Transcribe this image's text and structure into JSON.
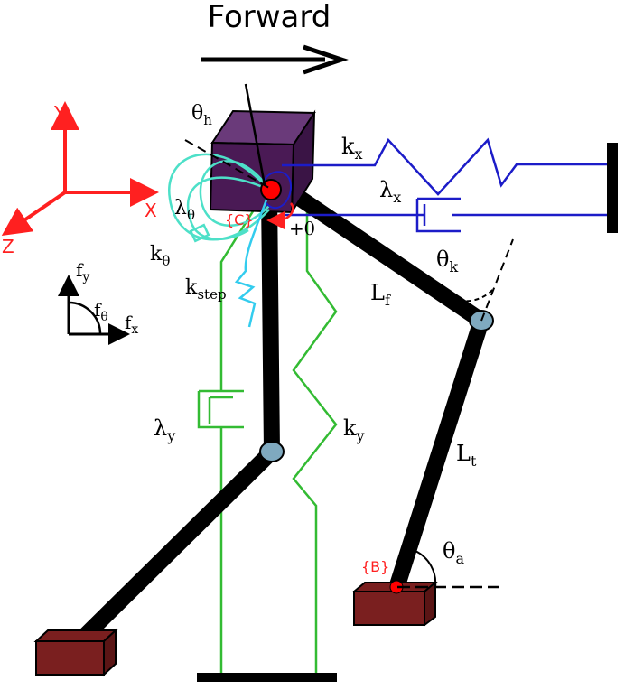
{
  "title": "Forward",
  "colors": {
    "axes": "#ff2020",
    "body": "#4a1a55",
    "leg": "#000000",
    "joint": "#7fa9bf",
    "foot": "#7a1f1f",
    "point": "#ff0000",
    "spring_x": "#1c1cc8",
    "spring_y": "#33bb33",
    "spring_theta": "#4de0c8",
    "spring_step": "#33ccee"
  },
  "axes": {
    "x": "X",
    "y": "Y",
    "z": "Z"
  },
  "forces": {
    "fy": "f",
    "fy_sub": "y",
    "fx": "f",
    "fx_sub": "x",
    "ftheta": "f",
    "ftheta_sub": "θ"
  },
  "labels": {
    "theta_h": "θ",
    "theta_h_sub": "h",
    "kx": "k",
    "kx_sub": "x",
    "lambda_x": "λ",
    "lambda_x_sub": "x",
    "lambda_theta": "λ",
    "lambda_theta_sub": "θ",
    "k_theta": "k",
    "k_theta_sub": "θ",
    "k_step": "k",
    "k_step_sub": "step",
    "C": "{C}",
    "plus_theta": "+θ",
    "theta_k": "θ",
    "theta_k_sub": "k",
    "Lf": "L",
    "Lf_sub": "f",
    "lambda_y": "λ",
    "lambda_y_sub": "y",
    "ky": "k",
    "ky_sub": "y",
    "Lt": "L",
    "Lt_sub": "t",
    "B": "{B}",
    "theta_a": "θ",
    "theta_a_sub": "a"
  }
}
